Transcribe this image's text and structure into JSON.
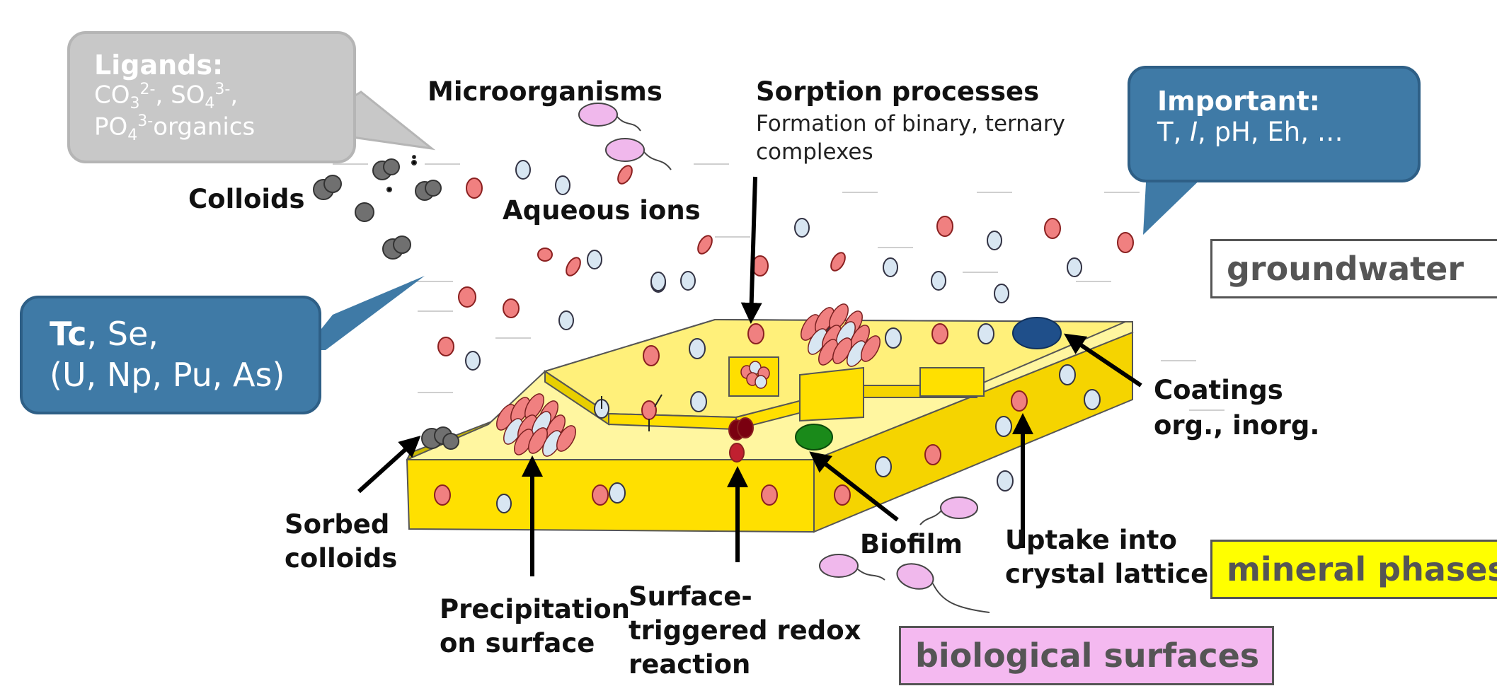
{
  "bubbles": {
    "ligands": {
      "title": "Ligands:",
      "line1": "CO",
      "sub1": "3",
      "sup1": "2-",
      "mid1": ", SO",
      "sub2": "4",
      "sup2": "3-",
      "end1": ",",
      "line2": "PO",
      "sub3": "4",
      "sup3": "3-",
      "end2": "organics"
    },
    "important": {
      "title": "Important:",
      "t": "T, ",
      "i": "I",
      "rest": ", pH, Eh, …"
    },
    "elements": {
      "bold": "Tc",
      "rest1": ", Se,",
      "line2": "(U, Np, Pu, As)"
    }
  },
  "labels": {
    "microorganisms": "Microorganisms",
    "sorption_title": "Sorption processes",
    "sorption_line1": "Formation of binary, ternary",
    "sorption_line2": "complexes",
    "colloids": "Colloids",
    "aqueous_ions": "Aqueous ions",
    "coatings_line1": "Coatings",
    "coatings_line2": "org., inorg.",
    "sorbed_line1": "Sorbed",
    "sorbed_line2": "colloids",
    "precip_line1": "Precipitation",
    "precip_line2": "on surface",
    "redox_line1": "Surface-",
    "redox_line2": "triggered redox",
    "redox_line3": "reaction",
    "biofilm": "Biofilm",
    "uptake_line1": "Uptake into",
    "uptake_line2": "crystal lattice"
  },
  "legend": {
    "groundwater": "groundwater",
    "mineral_phases": "mineral phases",
    "biological_surfaces": "biological surfaces"
  },
  "colors": {
    "bubble_blue": "#3f7aa6",
    "bubble_gray": "#c8c8c8",
    "mineral_yellow": "#ffe600",
    "bio_pink": "#f4b9f0",
    "ion_red": "#f08080",
    "ion_blue": "#d8e6f2"
  }
}
